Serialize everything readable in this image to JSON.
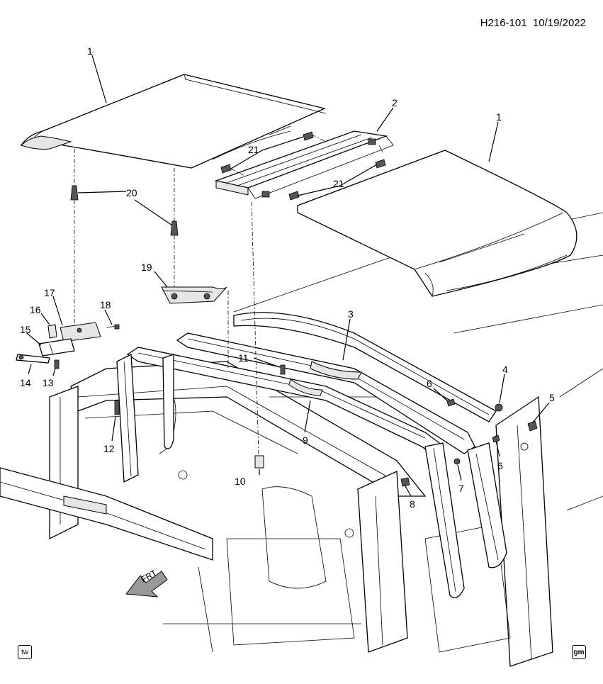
{
  "header": {
    "diagram_code": "H216-101",
    "date": "10/19/2022"
  },
  "badges": {
    "left": "tw",
    "right": "gm"
  },
  "direction_label": "FRT",
  "callouts": [
    {
      "id": "c1a",
      "label": "1"
    },
    {
      "id": "c1b",
      "label": "1"
    },
    {
      "id": "c2",
      "label": "2"
    },
    {
      "id": "c3",
      "label": "3"
    },
    {
      "id": "c4",
      "label": "4"
    },
    {
      "id": "c5",
      "label": "5"
    },
    {
      "id": "c6a",
      "label": "6"
    },
    {
      "id": "c6b",
      "label": "6"
    },
    {
      "id": "c7",
      "label": "7"
    },
    {
      "id": "c8",
      "label": "8"
    },
    {
      "id": "c9",
      "label": "9"
    },
    {
      "id": "c10",
      "label": "10"
    },
    {
      "id": "c11",
      "label": "11"
    },
    {
      "id": "c12",
      "label": "12"
    },
    {
      "id": "c13",
      "label": "13"
    },
    {
      "id": "c14",
      "label": "14"
    },
    {
      "id": "c15",
      "label": "15"
    },
    {
      "id": "c16",
      "label": "16"
    },
    {
      "id": "c17",
      "label": "17"
    },
    {
      "id": "c18",
      "label": "18"
    },
    {
      "id": "c19",
      "label": "19"
    },
    {
      "id": "c20",
      "label": "20"
    },
    {
      "id": "c21a",
      "label": "21"
    },
    {
      "id": "c21b",
      "label": "21"
    }
  ]
}
